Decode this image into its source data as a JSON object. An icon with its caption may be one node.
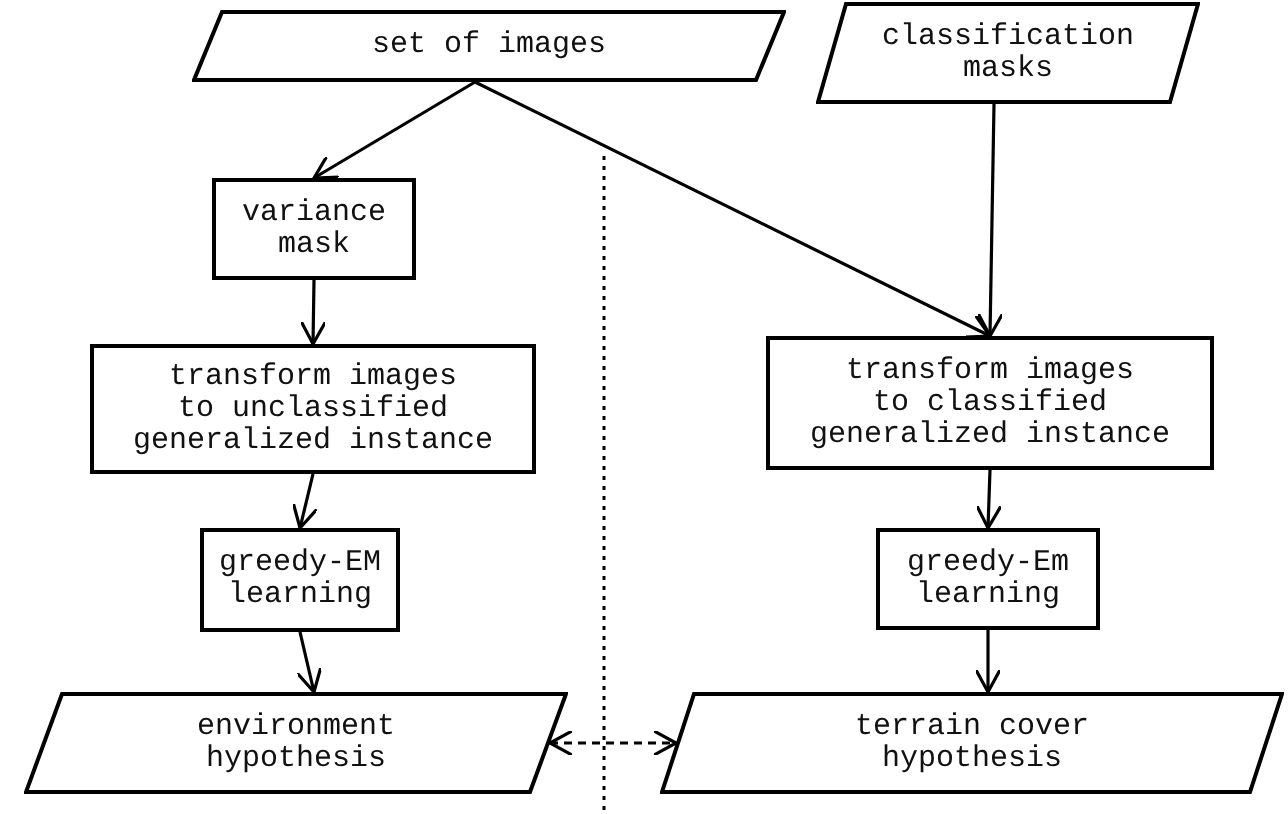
{
  "diagram": {
    "nodes": [
      {
        "text": [
          "set of images"
        ]
      },
      {
        "text": [
          "classification masks"
        ]
      },
      {
        "text": [
          "variance mask"
        ]
      },
      {
        "text": [
          "transform images to unclassified generalized instance"
        ]
      },
      {
        "text": [
          "greedy-EM learning"
        ]
      },
      {
        "text": [
          "environment hypothesis"
        ]
      },
      {
        "text": [
          "transform images to classified generalized instance"
        ]
      },
      {
        "text": [
          "greedy-Em learning"
        ]
      },
      {
        "text": [
          "terrain cover hypothesis"
        ]
      }
    ],
    "edges": [
      {
        "from": 0,
        "to": 2,
        "arrow": "to"
      },
      {
        "from": 0,
        "to": 6,
        "arrow": "to"
      },
      {
        "from": 1,
        "to": 6,
        "arrow": "to"
      },
      {
        "from": 2,
        "to": 3,
        "arrow": "to"
      },
      {
        "from": 3,
        "to": 4,
        "arrow": "to"
      },
      {
        "from": 4,
        "to": 5,
        "arrow": "to"
      },
      {
        "from": 6,
        "to": 7,
        "arrow": "to"
      },
      {
        "from": 7,
        "to": 8,
        "arrow": "to"
      },
      {
        "from": 5,
        "to": 8,
        "arrow": "both",
        "style": "dashed"
      }
    ]
  }
}
